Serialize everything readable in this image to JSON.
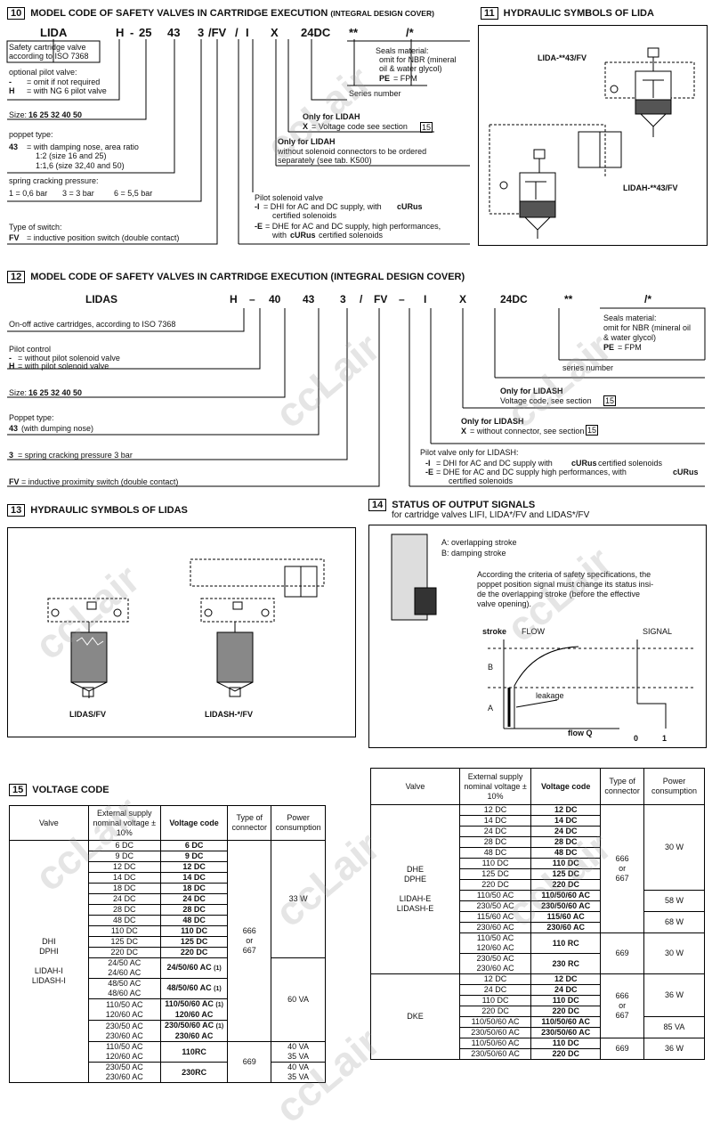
{
  "s10": {
    "num": "10",
    "title": "MODEL CODE OF SAFETY VALVES IN CARTRIDGE EXECUTION",
    "subtitle": "(INTEGRAL DESIGN COVER)",
    "code": [
      "LIDA",
      "H",
      "-",
      "25",
      "43",
      "3",
      "/FV",
      "/",
      "I",
      "X",
      "24DC",
      "**",
      "/*"
    ],
    "items": {
      "safety1": "Safety cartridge valve",
      "safety2": "according to ISO 7368",
      "pilot_title": "optional pilot valve:",
      "pilot_dash": "-",
      "pilot_dash_t": "= omit if not required",
      "pilot_h": "H",
      "pilot_h_t": "= with NG 6 pilot valve",
      "size_label": "Size:",
      "sizes": "16   25   32   40   50",
      "poppet_title": "poppet type:",
      "poppet_43": "43",
      "poppet_43_t": "= with damping nose, area ratio",
      "poppet_r1": "1:2 (size 16 and 25)",
      "poppet_r2": "1:1,6 (size 32,40 and 50)",
      "spring_title": "spring cracking pressure:",
      "spring_1": "1 = 0,6 bar",
      "spring_3": "3 = 3 bar",
      "spring_6": "6 = 5,5 bar",
      "switch_title": "Type of switch:",
      "switch_fv": "FV",
      "switch_fv_t": "= inductive position switch (double contact)",
      "seals_title": "Seals material:",
      "seals_1": "omit for NBR (mineral",
      "seals_2": "oil & water glycol)",
      "seals_pe": "PE",
      "seals_pe_t": "= FPM",
      "series": "Series number",
      "onlyX_title": "Only for LIDAH",
      "onlyX_x": "X",
      "onlyX_t": "= Voltage code see section",
      "onlyX_ref": "15",
      "only2_title": "Only for LIDAH",
      "only2_1": "without solenoid connectors to be ordered",
      "only2_2": "separately (see tab. K500)",
      "sol_title": "Pilot solenoid valve",
      "sol_i": "-I",
      "sol_i_t": "= DHI for AC and DC supply, with",
      "sol_curus": "cURus",
      "sol_i_2": "certified solenoids",
      "sol_e": "-E",
      "sol_e_t": "= DHE for AC and DC supply, high performances,",
      "sol_e_2": "with",
      "sol_e_3": "certified solenoids"
    }
  },
  "s11": {
    "num": "11",
    "title": "HYDRAULIC SYMBOLS OF LIDA",
    "label_top": "LIDA-**43/FV",
    "label_bottom": "LIDAH-**43/FV"
  },
  "s12": {
    "num": "12",
    "title": "MODEL CODE OF SAFETY VALVES IN CARTRIDGE EXECUTION (INTEGRAL DESIGN COVER)",
    "code": [
      "LIDAS",
      "H",
      "–",
      "40",
      "43",
      "3",
      "/",
      "FV",
      "–",
      "I",
      "X",
      "24DC",
      "**",
      "/*"
    ],
    "items": {
      "onoff": "On-off active cartridges, according to ISO 7368",
      "pilot_title": "Pilot control",
      "pilot_dash": "-",
      "pilot_dash_t": "= without pilot solenoid valve",
      "pilot_h": "H",
      "pilot_h_t": "= with pilot solenoid valve",
      "size_label": "Size:",
      "sizes": "16   25   32   40   50",
      "poppet_title": "Poppet type:",
      "poppet_43": "43",
      "poppet_43_t": "(with dumping nose)",
      "spring_3": "3",
      "spring_3_t": "= spring cracking pressure 3 bar",
      "fv": "FV",
      "fv_t": "= inductive proximity switch  (double contact)",
      "seals_title": "Seals material:",
      "seals_1": "omit for NBR (mineral oil",
      "seals_2": "& water glycol)",
      "seals_pe": "PE",
      "seals_pe_t": "= FPM",
      "series": "series number",
      "only1_title": "Only for LIDASH",
      "only1_t": "Voltage code, see section",
      "only1_ref": "15",
      "only2_title": "Only for LIDASH",
      "only2_x": "X",
      "only2_t": "= without connector, see section",
      "only2_ref": "15",
      "pilot_only": "Pilot valve only for LIDASH:",
      "pi": "-I",
      "pi_t": "= DHI for AC and DC supply with",
      "pi_curus": "cURus",
      "pi_t2": "certified solenoids",
      "pe": "-E",
      "pe_t": "= DHE for AC and DC supply high performances, with",
      "pe_curus": "cURus",
      "pe_t2": "certified solenoids"
    }
  },
  "s13": {
    "num": "13",
    "title": "HYDRAULIC SYMBOLS OF LIDAS",
    "label_left": "LIDAS/FV",
    "label_right": "LIDASH-*/FV"
  },
  "s14": {
    "num": "14",
    "title": "STATUS OF OUTPUT SIGNALS",
    "subtitle": "for cartridge valves LIFI, LIDA*/FV and LIDAS*/FV",
    "a": "A: overlapping stroke",
    "b": "B: damping stroke",
    "para": [
      "According the criteria of safety specifications, the",
      "poppet position signal must change its status insi-",
      "de the overlapping stroke (before the effective",
      "valve opening)."
    ],
    "stroke": "stroke",
    "flow": "FLOW",
    "signal": "SIGNAL",
    "leakage": "leakage",
    "flowq": "flow Q",
    "zero": "0",
    "one": "1",
    "lblA": "A",
    "lblB": "B"
  },
  "s15": {
    "num": "15",
    "title": "VOLTAGE CODE",
    "headers": [
      "Valve",
      "External supply nominal voltage ± 10%",
      "Voltage code",
      "Type of connector",
      "Power consumption"
    ],
    "left": {
      "valve": [
        "DHI",
        "DPHI",
        "",
        "LIDAH-I",
        "LIDASH-I"
      ],
      "dc": [
        [
          "6 DC",
          "6 DC"
        ],
        [
          "9 DC",
          "9 DC"
        ],
        [
          "12 DC",
          "12 DC"
        ],
        [
          "14 DC",
          "14 DC"
        ],
        [
          "18 DC",
          "18 DC"
        ],
        [
          "24 DC",
          "24 DC"
        ],
        [
          "28 DC",
          "28 DC"
        ],
        [
          "48 DC",
          "48 DC"
        ],
        [
          "110 DC",
          "110 DC"
        ],
        [
          "125 DC",
          "125 DC"
        ],
        [
          "220 DC",
          "220 DC"
        ]
      ],
      "ac": [
        [
          "24/50 AC",
          "24/60 AC",
          "24/50/60 AC",
          "(1)"
        ],
        [
          "48/50 AC",
          "48/60 AC",
          "48/50/60 AC",
          "(1)"
        ],
        [
          "110/50 AC",
          "120/60 AC",
          "110/50/60 AC",
          "120/60 AC"
        ],
        [
          "230/50 AC",
          "230/60 AC",
          "230/50/60 AC",
          "230/60 AC"
        ]
      ],
      "rc": [
        [
          "110/50 AC",
          "120/60 AC",
          "110RC",
          "40 VA",
          "35 VA"
        ],
        [
          "230/50 AC",
          "230/60 AC",
          "230RC",
          "40 VA",
          "35 VA"
        ]
      ],
      "conn1": [
        "666",
        "or",
        "667"
      ],
      "conn2": "669",
      "pow1": "33 W",
      "pow2": "60 VA",
      "note1": "(1)"
    },
    "right": {
      "valve1": [
        "DHE",
        "DPHE",
        "",
        "LIDAH-E",
        "LIDASH-E"
      ],
      "valve2": "DKE",
      "rows1": [
        [
          "12 DC",
          "12 DC"
        ],
        [
          "14 DC",
          "14 DC"
        ],
        [
          "24 DC",
          "24 DC"
        ],
        [
          "28 DC",
          "28 DC"
        ],
        [
          "48 DC",
          "48 DC"
        ],
        [
          "110 DC",
          "110 DC"
        ],
        [
          "125 DC",
          "125 DC"
        ],
        [
          "220 DC",
          "220 DC"
        ],
        [
          "110/50 AC",
          "110/50/60 AC"
        ],
        [
          "230/50 AC",
          "230/50/60 AC"
        ],
        [
          "115/60 AC",
          "115/60 AC"
        ],
        [
          "230/60 AC",
          "230/60 AC"
        ]
      ],
      "rows_rc": [
        [
          "110/50 AC",
          "120/60 AC",
          "110 RC"
        ],
        [
          "230/50 AC",
          "230/60 AC",
          "230 RC"
        ]
      ],
      "rows2": [
        [
          "12 DC",
          "12 DC"
        ],
        [
          "24 DC",
          "24 DC"
        ],
        [
          "110 DC",
          "110 DC"
        ],
        [
          "220 DC",
          "220 DC"
        ],
        [
          "110/50/60 AC",
          "110/50/60 AC"
        ],
        [
          "230/50/60 AC",
          "230/50/60 AC"
        ],
        [
          "110/50/60 AC",
          "110 DC"
        ],
        [
          "230/50/60 AC",
          "220 DC"
        ]
      ],
      "conn1": [
        "666",
        "or",
        "667"
      ],
      "conn_rc": "669",
      "conn2": [
        "666",
        "or",
        "667"
      ],
      "conn3": "669",
      "pow_30": "30 W",
      "pow_58": "58 W",
      "pow_68": "68 W",
      "pow_rc": "30 W",
      "pow_36": "36 W",
      "pow_85": "85 VA",
      "pow_36b": "36 W"
    }
  },
  "watermark": "ccLair"
}
